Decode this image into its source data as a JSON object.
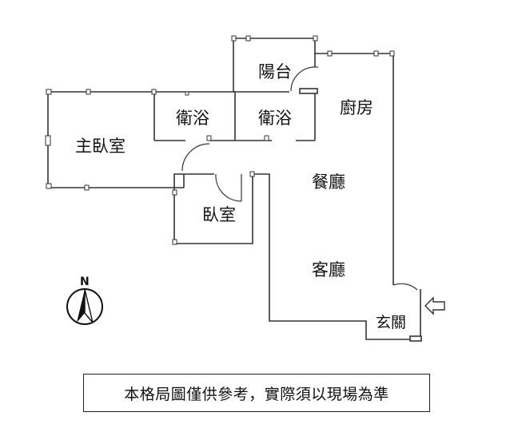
{
  "rooms": {
    "balcony": "陽台",
    "bath_left": "衛浴",
    "bath_right": "衛浴",
    "kitchen": "廚房",
    "master_bedroom": "主臥室",
    "dining": "餐廳",
    "bedroom": "臥室",
    "living": "客廳",
    "entrance": "玄關"
  },
  "compass": {
    "label": "N",
    "icon": "north-arrow-icon"
  },
  "entry_marker": {
    "icon": "entry-arrow-icon"
  },
  "disclaimer": "本格局圖僅供參考，實際須以現場為準",
  "colors": {
    "wall": "#333333",
    "text": "#111111",
    "background": "#ffffff"
  }
}
